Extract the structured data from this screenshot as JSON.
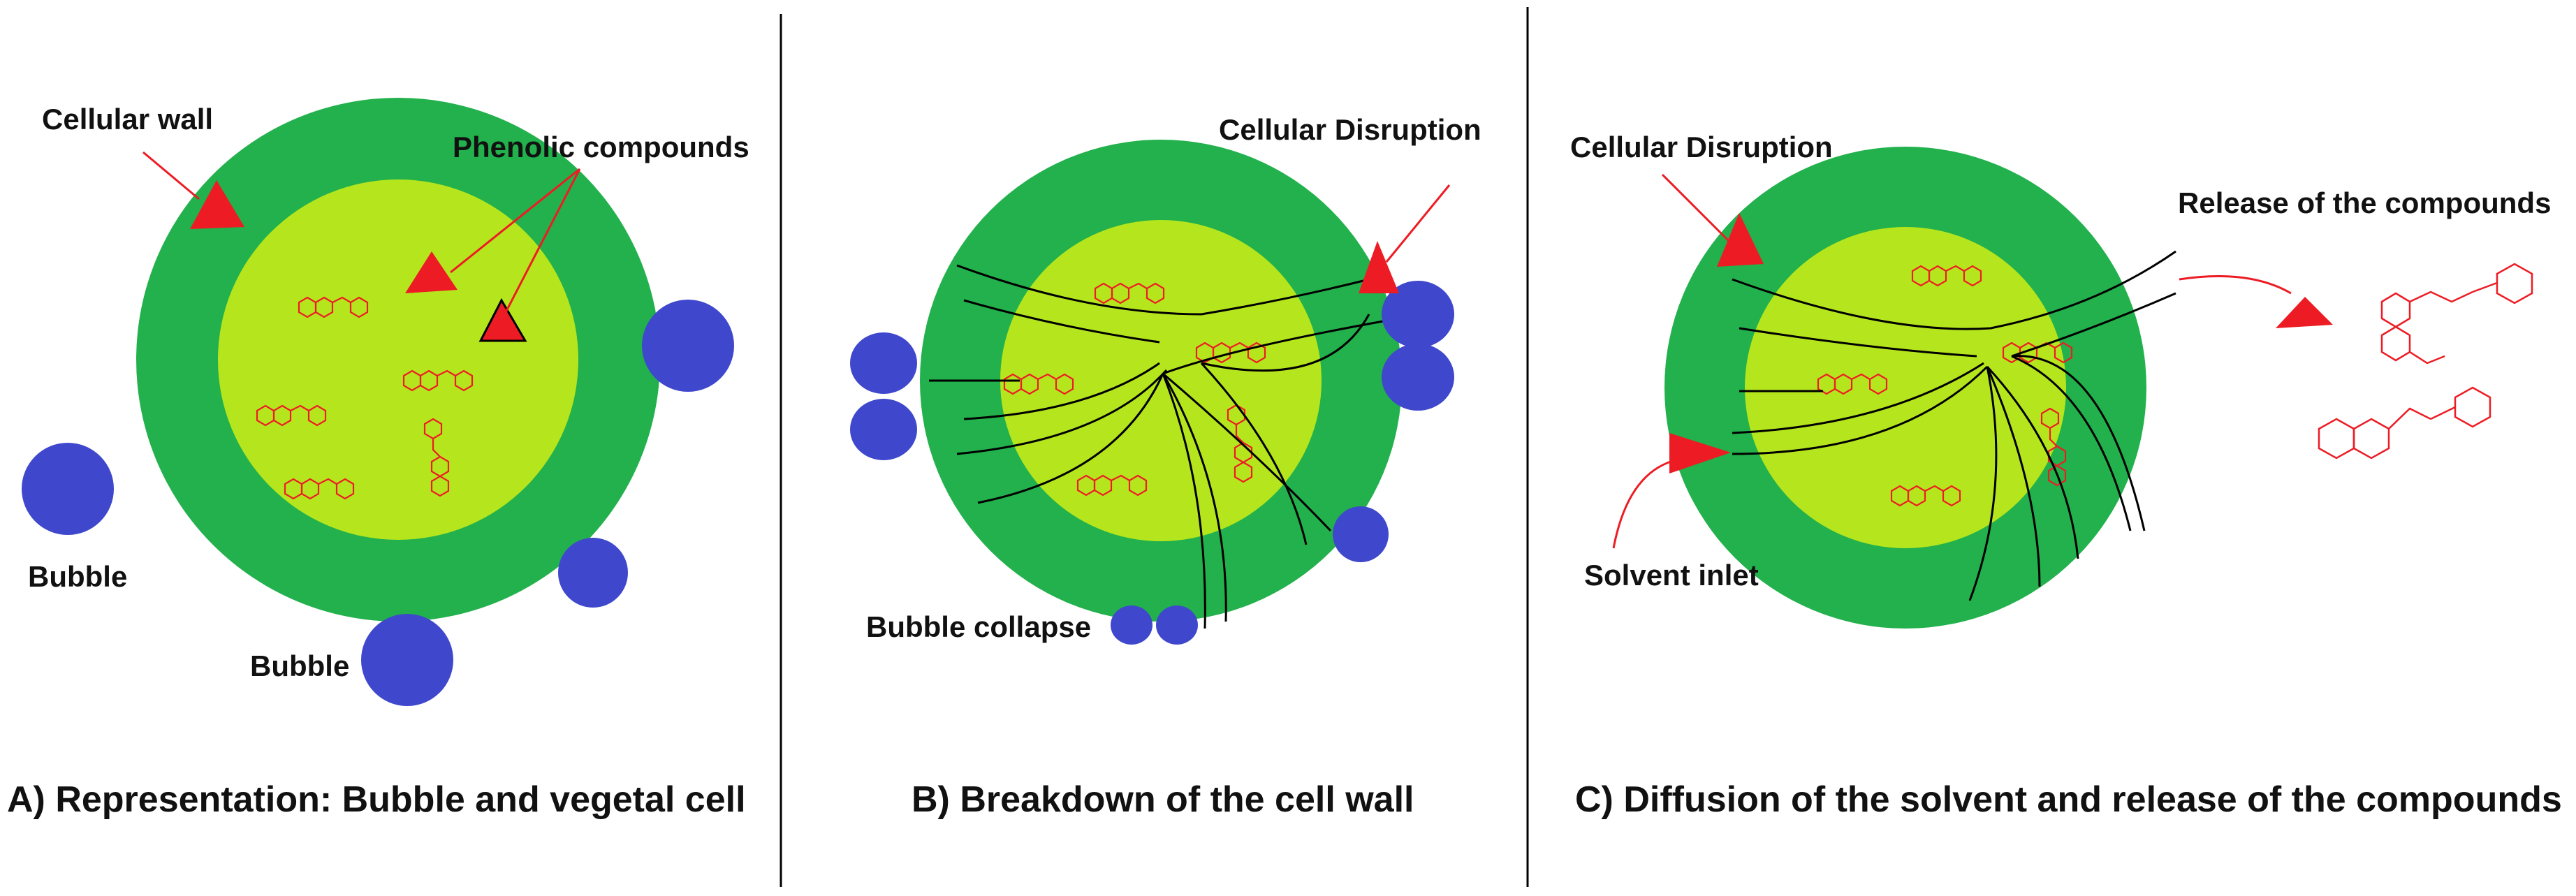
{
  "colors": {
    "wall": "#22b14c",
    "cytoplasm": "#b5e61d",
    "bubble": "#3f48cc",
    "arrow": "#ed1c24",
    "molecule": "#ed1c24",
    "crack": "#000000",
    "divider": "#000000"
  },
  "panels": [
    {
      "caption": "A) Representation: Bubble and vegetal cell",
      "labels": {
        "cellular_wall": "Cellular wall",
        "phenolic": "Phenolic compounds",
        "bubble_1": "Bubble",
        "bubble_2": "Bubble"
      }
    },
    {
      "caption": "B) Breakdown of the cell wall",
      "labels": {
        "disruption": "Cellular Disruption",
        "collapse": "Bubble collapse"
      }
    },
    {
      "caption": "C) Diffusion of the solvent and release of the compounds",
      "labels": {
        "disruption": "Cellular Disruption",
        "release": "Release of the compounds",
        "solvent": "Solvent inlet"
      }
    }
  ]
}
